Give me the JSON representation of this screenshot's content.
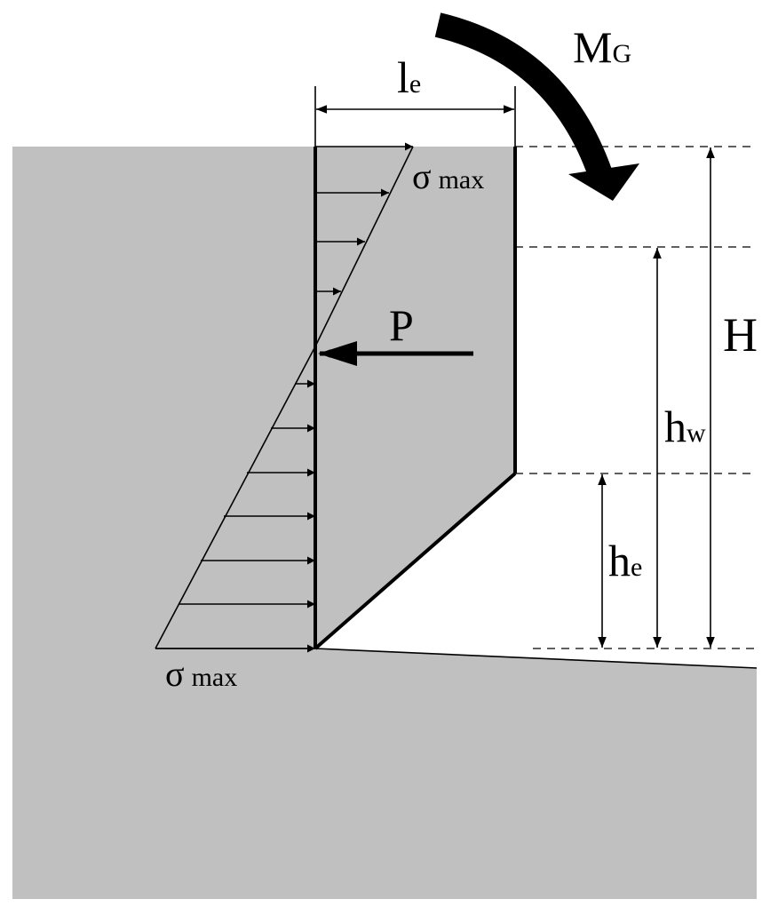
{
  "labels": {
    "moment": {
      "main": "M",
      "sub": "G"
    },
    "embed_length": {
      "main": "l",
      "sub": "e"
    },
    "total_height": "H",
    "water_height": {
      "main": "h",
      "sub": "w"
    },
    "embed_height": {
      "main": "h",
      "sub": "e"
    },
    "force": "P",
    "stress_top": {
      "symbol": "σ",
      "text": "max"
    },
    "stress_bottom": {
      "symbol": "σ",
      "text": "max"
    }
  },
  "colors": {
    "soil": "#c0c0c0",
    "line": "#000000",
    "background": "#ffffff"
  },
  "stress_distribution": {
    "arrows_above_resultant": 4,
    "arrows_below_resultant": 7
  }
}
